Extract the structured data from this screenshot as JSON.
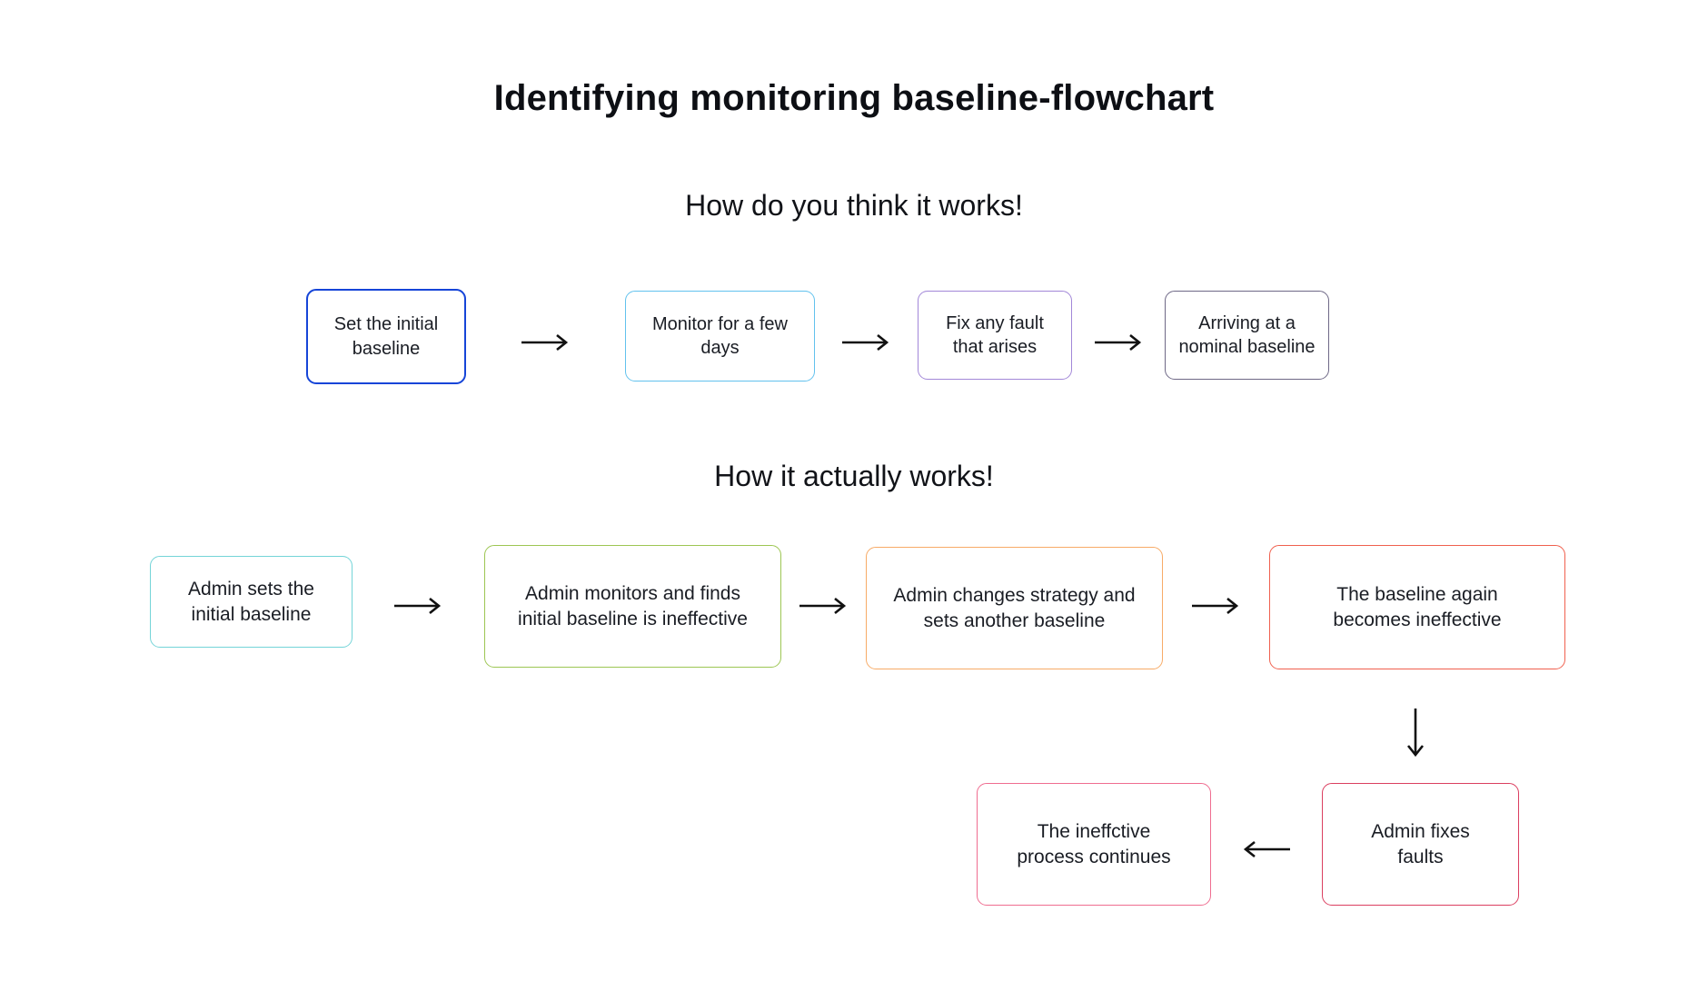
{
  "page": {
    "title": "Identifying monitoring baseline-flowchart",
    "background_color": "#ffffff",
    "text_color": "#16191f",
    "arrow_color": "#111111"
  },
  "icons": {
    "arrow_right": "→",
    "arrow_down": "↓",
    "arrow_left": "←"
  },
  "sections": [
    {
      "heading": "How do you think it works!",
      "nodes": [
        {
          "label": "Set the initial baseline",
          "border_color": "#1645d8"
        },
        {
          "label": "Monitor for a few days",
          "border_color": "#62c2ee"
        },
        {
          "label": "Fix any fault that arises",
          "border_color": "#a287d8"
        },
        {
          "label": "Arriving at a nominal baseline",
          "border_color": "#6e6886"
        }
      ]
    },
    {
      "heading": "How it actually works!",
      "nodes": [
        {
          "label": "Admin sets the initial baseline",
          "border_color": "#74d4d8"
        },
        {
          "label": "Admin monitors and finds initial baseline is ineffective",
          "border_color": "#9dc653"
        },
        {
          "label": "Admin changes strategy and sets another baseline",
          "border_color": "#f7ab67"
        },
        {
          "label": "The baseline again becomes ineffective",
          "border_color": "#f0604e"
        },
        {
          "label": "Admin fixes faults",
          "border_color": "#db3f60"
        },
        {
          "label": "The ineffctive process continues",
          "border_color": "#ef6d90"
        }
      ]
    }
  ]
}
